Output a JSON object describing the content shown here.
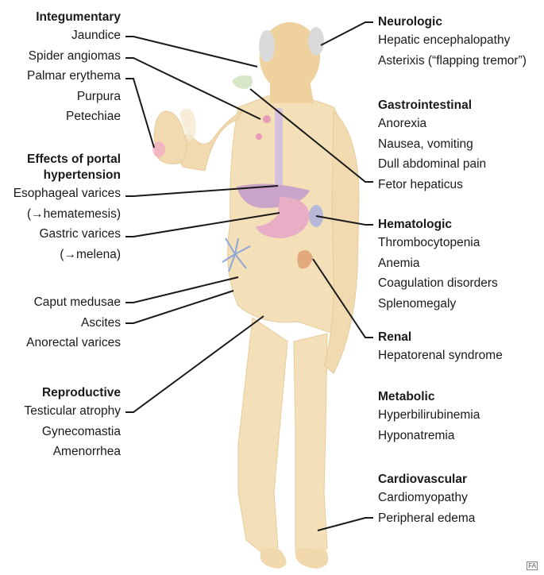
{
  "colors": {
    "skin": "#f3dfb8",
    "skin_shadow": "#e8ca98",
    "face": "#eed19c",
    "hair": "#dadada",
    "line": "#1a1a1a",
    "organ_pink": "#e8aec6",
    "organ_purple": "#c9a3c8",
    "vein_blue": "#8fa6d6"
  },
  "groups": {
    "integumentary": {
      "heading": "Integumentary",
      "items": [
        "Jaundice",
        "Spider angiomas",
        "Palmar erythema",
        "Purpura",
        "Petechiae"
      ]
    },
    "portal": {
      "heading_line1": "Effects of portal",
      "heading_line2": "hypertension",
      "items": [
        "Esophageal varices",
        "(→hematemesis)",
        "Gastric varices",
        "(→melena)"
      ]
    },
    "abdominal": {
      "items": [
        "Caput medusae",
        "Ascites",
        "Anorectal varices"
      ]
    },
    "reproductive": {
      "heading": "Reproductive",
      "items": [
        "Testicular atrophy",
        "Gynecomastia",
        "Amenorrhea"
      ]
    },
    "neurologic": {
      "heading": "Neurologic",
      "items": [
        "Hepatic encephalopathy",
        "Asterixis (“flapping tremor”)"
      ]
    },
    "gastrointestinal": {
      "heading": "Gastrointestinal",
      "items": [
        "Anorexia",
        "Nausea, vomiting",
        "Dull abdominal pain",
        "Fetor hepaticus"
      ]
    },
    "hematologic": {
      "heading": "Hematologic",
      "items": [
        "Thrombocytopenia",
        "Anemia",
        "Coagulation disorders",
        "Splenomegaly"
      ]
    },
    "renal": {
      "heading": "Renal",
      "items": [
        "Hepatorenal syndrome"
      ]
    },
    "metabolic": {
      "heading": "Metabolic",
      "items": [
        "Hyperbilirubinemia",
        "Hyponatremia"
      ]
    },
    "cardiovascular": {
      "heading": "Cardiovascular",
      "items": [
        "Cardiomyopathy",
        "Peripheral edema"
      ]
    }
  },
  "watermark": "FA"
}
